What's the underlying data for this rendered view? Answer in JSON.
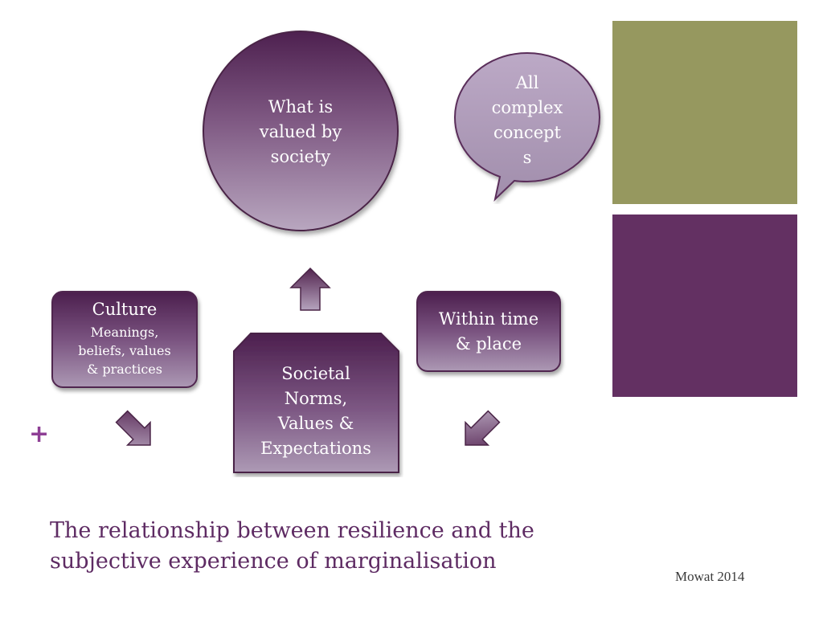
{
  "colors": {
    "olive_panel": "#96985f",
    "purple_panel": "#633062",
    "shape_dark": "#4c1f4e",
    "shape_light": "#ab97b3",
    "title_text": "#5e2b63",
    "plus_mark": "#8e3f95"
  },
  "diagram": {
    "circle": {
      "lines": [
        "What is",
        "valued by",
        "society"
      ]
    },
    "bubble": {
      "lines": [
        "All",
        "complex",
        "concept",
        "s"
      ]
    },
    "culture": {
      "title": "Culture",
      "sub_lines": [
        "Meanings,",
        "beliefs, values",
        "& practices"
      ]
    },
    "within": {
      "lines": [
        "Within time",
        "& place"
      ]
    },
    "societal": {
      "lines": [
        "Societal",
        "Norms,",
        "Values &",
        "Expectations"
      ]
    },
    "arrows": [
      {
        "name": "up-arrow",
        "direction": "up"
      },
      {
        "name": "down-right-arrow",
        "direction": "down-right"
      },
      {
        "name": "down-left-arrow",
        "direction": "down-left"
      }
    ]
  },
  "slide": {
    "plus_symbol": "+",
    "title_lines": [
      "The relationship between resilience and the",
      "subjective experience of marginalisation"
    ],
    "credit": "Mowat 2014"
  }
}
